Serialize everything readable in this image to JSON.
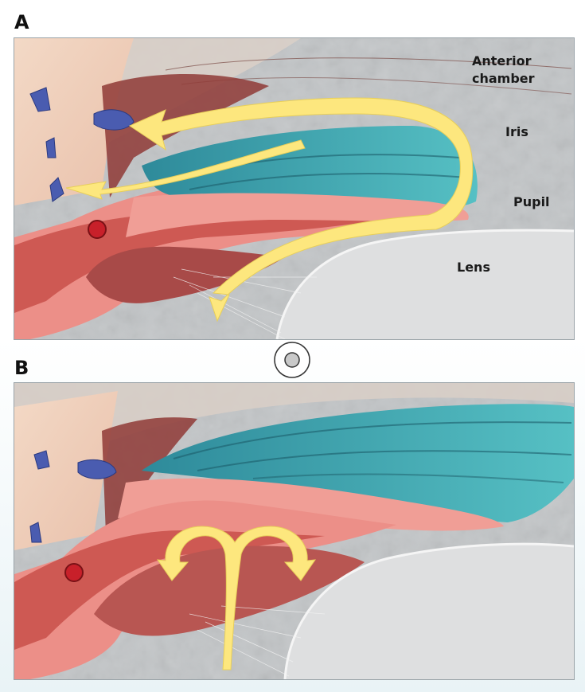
{
  "panels": {
    "a": {
      "letter": "A"
    },
    "b": {
      "letter": "B"
    }
  },
  "labels": {
    "anterior_chamber_line1": "Anterior",
    "anterior_chamber_line2": "chamber",
    "iris": "Iris",
    "pupil": "Pupil",
    "lens": "Lens"
  },
  "icons": {
    "pupil_symbol": "circle-in-circle-icon"
  },
  "colors": {
    "arrow": "#fde77e",
    "iris": "#3fa4ae",
    "ciliary": "#e8857f",
    "muscle": "#c44a45",
    "vessel": "#4a5cb0",
    "lens": "#e0e2e4",
    "background": "#c4c7c9"
  }
}
